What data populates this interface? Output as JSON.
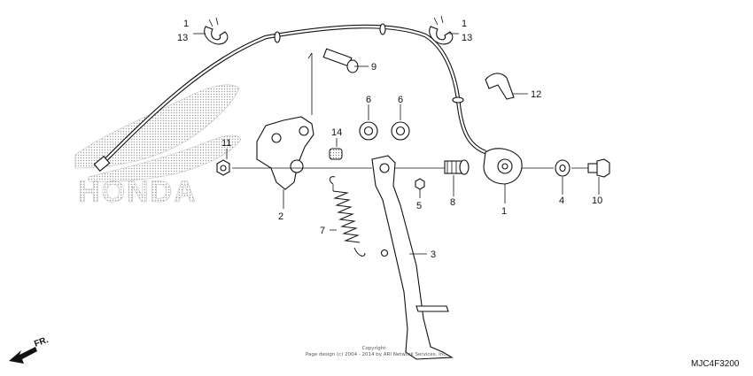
{
  "diagram": {
    "code": "MJC4F3200",
    "direction_label": "FR.",
    "brand_watermark": "HONDA",
    "copyright_line1": "Copyright",
    "copyright_line2": "Page design (c) 2004 - 2014 by ARI Network Services, Inc.",
    "callouts": {
      "c1a_top": "1",
      "c1a_bot": "13",
      "c1b_top": "1",
      "c1b_bot": "13",
      "c1": "1",
      "c2": "2",
      "c3": "3",
      "c4": "4",
      "c5": "5",
      "c6a": "6",
      "c6b": "6",
      "c7": "7",
      "c8": "8",
      "c9": "9",
      "c10": "10",
      "c11": "11",
      "c12": "12",
      "c14": "14"
    }
  }
}
